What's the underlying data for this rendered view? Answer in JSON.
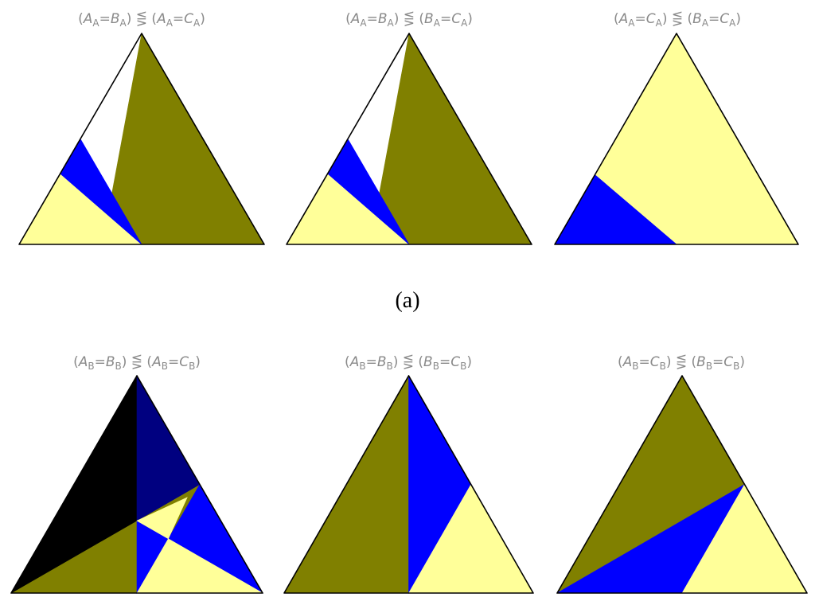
{
  "colors": {
    "olive": "#808000",
    "blue": "#0000ff",
    "light_yellow": "#ffff99",
    "black": "#000000",
    "navy": "#000080",
    "title_gray": "#8a8a8a"
  },
  "caption_a": "(a)",
  "panels": [
    {
      "id": "AA_BA_vs_AA_CA",
      "title": [
        {
          "t": "("
        },
        {
          "t": "A",
          "i": true
        },
        {
          "t": "A",
          "s": true
        },
        {
          "t": "="
        },
        {
          "t": "B",
          "i": true
        },
        {
          "t": "A",
          "s": true
        },
        {
          "t": ") ⋚ ("
        },
        {
          "t": "A",
          "i": true
        },
        {
          "t": "A",
          "s": true
        },
        {
          "t": "="
        },
        {
          "t": "C",
          "i": true
        },
        {
          "t": "A",
          "s": true
        },
        {
          "t": ")"
        }
      ],
      "regions": [
        {
          "color": "olive",
          "shape": [
            [
              0.34,
              1
            ],
            [
              0.5,
              0
            ],
            [
              1,
              1
            ]
          ]
        },
        {
          "color": "light_yellow",
          "shape": [
            [
              0,
              1
            ],
            [
              0.17,
              0.667
            ],
            [
              0.5,
              1
            ]
          ]
        },
        {
          "color": "blue",
          "shape": [
            [
              0.17,
              0.667
            ],
            [
              0.25,
              0.5
            ],
            [
              0.5,
              1
            ]
          ]
        }
      ]
    },
    {
      "id": "AA_BA_vs_BA_CA",
      "title": [
        {
          "t": "("
        },
        {
          "t": "A",
          "i": true
        },
        {
          "t": "A",
          "s": true
        },
        {
          "t": "="
        },
        {
          "t": "B",
          "i": true
        },
        {
          "t": "A",
          "s": true
        },
        {
          "t": ") ⋚ ("
        },
        {
          "t": "B",
          "i": true
        },
        {
          "t": "A",
          "s": true
        },
        {
          "t": "="
        },
        {
          "t": "C",
          "i": true
        },
        {
          "t": "A",
          "s": true
        },
        {
          "t": ")"
        }
      ],
      "regions": [
        {
          "color": "olive",
          "shape": [
            [
              0.34,
              1
            ],
            [
              0.5,
              0
            ],
            [
              1,
              1
            ]
          ]
        },
        {
          "color": "light_yellow",
          "shape": [
            [
              0,
              1
            ],
            [
              0.17,
              0.667
            ],
            [
              0.5,
              1
            ]
          ]
        },
        {
          "color": "blue",
          "shape": [
            [
              0.17,
              0.667
            ],
            [
              0.25,
              0.5
            ],
            [
              0.5,
              1
            ]
          ]
        }
      ]
    },
    {
      "id": "AA_CA_vs_BA_CA",
      "title": [
        {
          "t": "("
        },
        {
          "t": "A",
          "i": true
        },
        {
          "t": "A",
          "s": true
        },
        {
          "t": "="
        },
        {
          "t": "C",
          "i": true
        },
        {
          "t": "A",
          "s": true
        },
        {
          "t": ") ⋚ ("
        },
        {
          "t": "B",
          "i": true
        },
        {
          "t": "A",
          "s": true
        },
        {
          "t": "="
        },
        {
          "t": "C",
          "i": true
        },
        {
          "t": "A",
          "s": true
        },
        {
          "t": ")"
        }
      ],
      "regions": [
        {
          "color": "light_yellow",
          "shape": [
            [
              0,
              1
            ],
            [
              0.5,
              0
            ],
            [
              1,
              1
            ]
          ]
        },
        {
          "color": "blue",
          "shape": [
            [
              0,
              1
            ],
            [
              0.165,
              0.67
            ],
            [
              0.5,
              1
            ]
          ]
        }
      ]
    },
    {
      "id": "AB_BB_vs_AB_CB",
      "title": [
        {
          "t": "("
        },
        {
          "t": "A",
          "i": true
        },
        {
          "t": "B",
          "s": true
        },
        {
          "t": "="
        },
        {
          "t": "B",
          "i": true
        },
        {
          "t": "B",
          "s": true
        },
        {
          "t": ") ⋚ ("
        },
        {
          "t": "A",
          "i": true
        },
        {
          "t": "B",
          "s": true
        },
        {
          "t": "="
        },
        {
          "t": "C",
          "i": true
        },
        {
          "t": "B",
          "s": true
        },
        {
          "t": ")"
        }
      ],
      "regions": [
        {
          "color": "olive",
          "shape": [
            [
              0,
              1
            ],
            [
              0.5,
              0
            ],
            [
              1,
              1
            ]
          ]
        },
        {
          "color": "black",
          "shape": [
            [
              0,
              1
            ],
            [
              0.5,
              0
            ],
            [
              0.5,
              0.667
            ]
          ]
        },
        {
          "color": "navy",
          "shape": [
            [
              0.5,
              0
            ],
            [
              0.75,
              0.5
            ],
            [
              0.5,
              0.667
            ]
          ]
        },
        {
          "color": "blue",
          "shape": [
            [
              0.75,
              0.5
            ],
            [
              1,
              1
            ],
            [
              0.625,
              0.75
            ]
          ]
        },
        {
          "color": "blue",
          "shape": [
            [
              0.5,
              0.667
            ],
            [
              0.625,
              0.75
            ],
            [
              0.5,
              1
            ]
          ]
        },
        {
          "color": "light_yellow",
          "shape": [
            [
              0.5,
              0.667
            ],
            [
              0.7,
              0.56
            ],
            [
              0.625,
              0.75
            ]
          ]
        },
        {
          "color": "light_yellow",
          "shape": [
            [
              0.5,
              1
            ],
            [
              0.625,
              0.75
            ],
            [
              1,
              1
            ]
          ]
        }
      ]
    },
    {
      "id": "AB_BB_vs_BB_CB",
      "title": [
        {
          "t": "("
        },
        {
          "t": "A",
          "i": true
        },
        {
          "t": "B",
          "s": true
        },
        {
          "t": "="
        },
        {
          "t": "B",
          "i": true
        },
        {
          "t": "B",
          "s": true
        },
        {
          "t": ") ⋚ ("
        },
        {
          "t": "B",
          "i": true
        },
        {
          "t": "B",
          "s": true
        },
        {
          "t": "="
        },
        {
          "t": "C",
          "i": true
        },
        {
          "t": "B",
          "s": true
        },
        {
          "t": ")"
        }
      ],
      "regions": [
        {
          "color": "olive",
          "shape": [
            [
              0,
              1
            ],
            [
              0.5,
              0
            ],
            [
              0.5,
              1
            ]
          ]
        },
        {
          "color": "blue",
          "shape": [
            [
              0.5,
              0
            ],
            [
              0.75,
              0.5
            ],
            [
              0.5,
              1
            ]
          ]
        },
        {
          "color": "light_yellow",
          "shape": [
            [
              0.5,
              1
            ],
            [
              0.75,
              0.5
            ],
            [
              1,
              1
            ]
          ]
        }
      ]
    },
    {
      "id": "AB_CB_vs_BB_CB",
      "title": [
        {
          "t": "("
        },
        {
          "t": "A",
          "i": true
        },
        {
          "t": "B",
          "s": true
        },
        {
          "t": "="
        },
        {
          "t": "C",
          "i": true
        },
        {
          "t": "B",
          "s": true
        },
        {
          "t": ") ⋚ ("
        },
        {
          "t": "B",
          "i": true
        },
        {
          "t": "B",
          "s": true
        },
        {
          "t": "="
        },
        {
          "t": "C",
          "i": true
        },
        {
          "t": "B",
          "s": true
        },
        {
          "t": ")"
        }
      ],
      "regions": [
        {
          "color": "olive",
          "shape": [
            [
              0,
              1
            ],
            [
              0.5,
              0
            ],
            [
              0.75,
              0.5
            ]
          ]
        },
        {
          "color": "blue",
          "shape": [
            [
              0,
              1
            ],
            [
              0.75,
              0.5
            ],
            [
              0.5,
              1
            ]
          ]
        },
        {
          "color": "light_yellow",
          "shape": [
            [
              0.5,
              1
            ],
            [
              0.75,
              0.5
            ],
            [
              1,
              1
            ]
          ]
        }
      ]
    }
  ]
}
